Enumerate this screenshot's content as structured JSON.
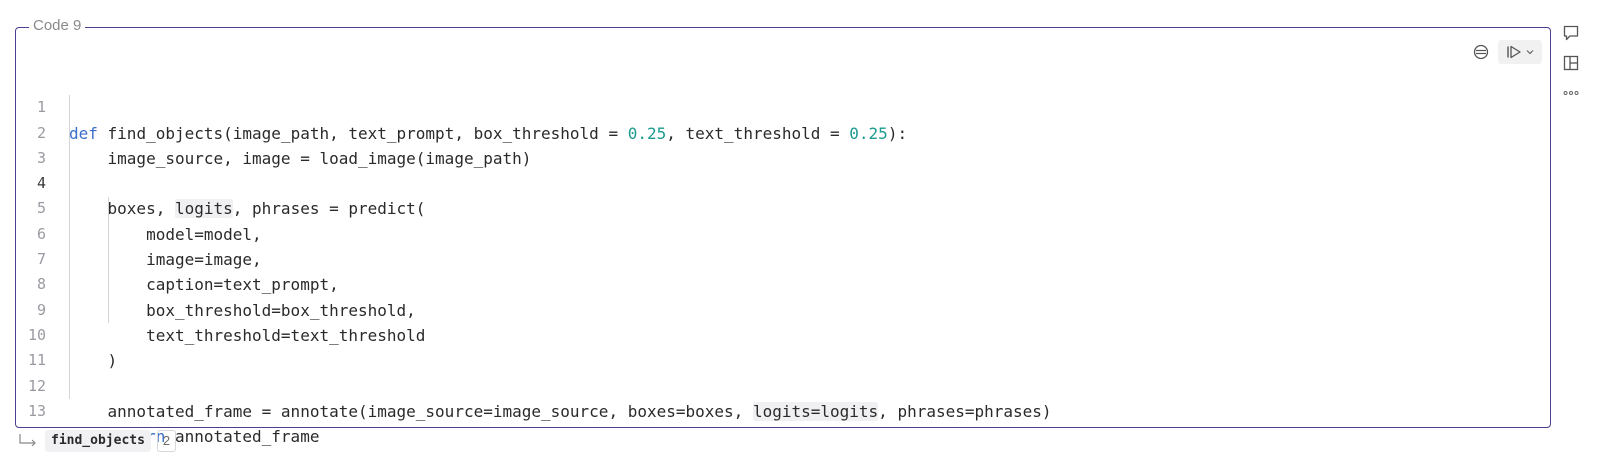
{
  "cell": {
    "label": "Code 9",
    "toolbar": {
      "format_icon": "format-icon",
      "run_icon": "run-cell-icon",
      "run_menu_icon": "chevron-down-icon"
    }
  },
  "code": {
    "active_line": 4,
    "lines": [
      {
        "num": "1"
      },
      {
        "num": "2"
      },
      {
        "num": "3"
      },
      {
        "num": "4"
      },
      {
        "num": "5"
      },
      {
        "num": "6"
      },
      {
        "num": "7"
      },
      {
        "num": "8"
      },
      {
        "num": "9"
      },
      {
        "num": "10"
      },
      {
        "num": "11"
      },
      {
        "num": "12"
      },
      {
        "num": "13"
      }
    ],
    "tokens": {
      "l1": [
        "def",
        " find_objects(image_path, text_prompt, box_threshold = ",
        "0.25",
        ", text_threshold = ",
        "0.25",
        "):"
      ],
      "l2": "    image_source, image = load_image(image_path)",
      "l4": [
        "    boxes, ",
        "logits",
        ", phrases = predict("
      ],
      "l5": "        model=model,",
      "l6": "        image=image,",
      "l7": "        caption=text_prompt,",
      "l8": "        box_threshold=box_threshold,",
      "l9": "        text_threshold=text_threshold",
      "l10": "    )",
      "l12": [
        "    annotated_frame = annotate(image_source=image_source, boxes=boxes, ",
        "logits=logits",
        ", phrases=phrases)"
      ],
      "l13": [
        "    ",
        "return",
        " annotated_frame"
      ]
    }
  },
  "side_toolbar": {
    "comment_icon": "comment-icon",
    "layout_icon": "layout-icon",
    "more_icon": "more-icon"
  },
  "output": {
    "variable": "find_objects",
    "count": "2"
  },
  "colors": {
    "cell_border": "#4b3f8f",
    "keyword": "#3b6ec9",
    "number": "#1b9a8f"
  }
}
